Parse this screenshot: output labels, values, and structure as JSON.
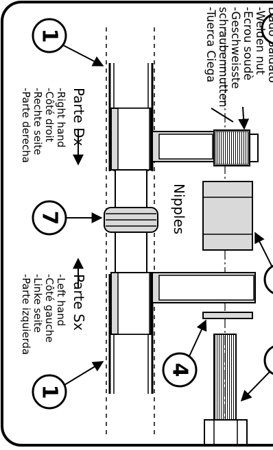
{
  "weld_nut": {
    "title": "Dado Saldato",
    "translations": [
      "-Welden nut",
      "-Ecrou soudè",
      "-Geschweisste",
      "schraubenmutten",
      "-Tuerca Ciega"
    ]
  },
  "right_side": {
    "title": "Parte Dx",
    "translations": [
      "-Right hand",
      "-Côté droit",
      "-Rechte seite",
      "-Parte derecha"
    ]
  },
  "left_side": {
    "title": "Parte Sx",
    "translations": [
      "-Left hand",
      "-Côté gauche",
      "-Linke seite",
      "-Parte izquierda"
    ]
  },
  "nipples": {
    "label": "Nipples"
  },
  "callouts": {
    "top_one": "1",
    "seven": "7",
    "four": "4",
    "bottom_one": "1"
  },
  "colors": {
    "ink": "#000000",
    "fill": "#d9d9d9",
    "paper": "#ffffff"
  }
}
